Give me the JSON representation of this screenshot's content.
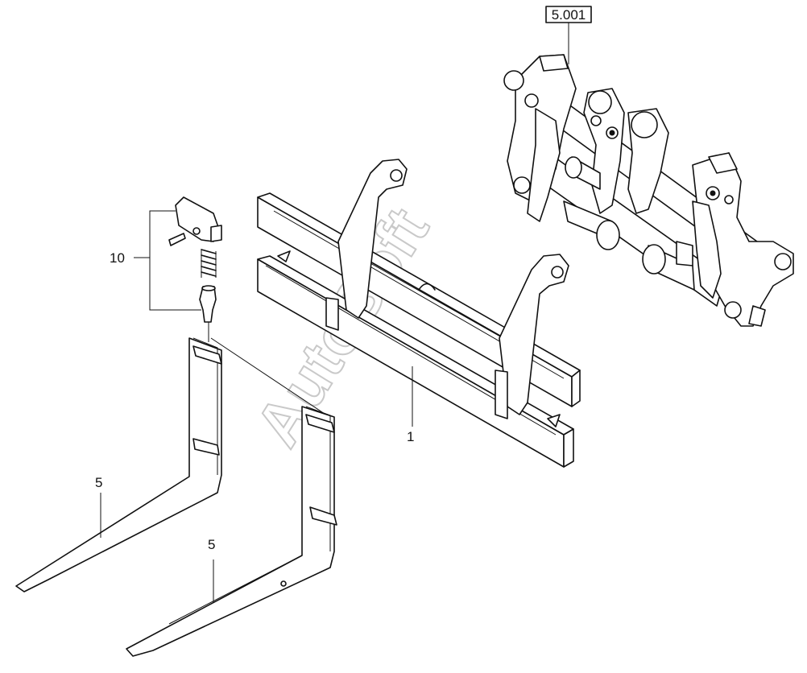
{
  "callouts": {
    "ref_box": "5.001",
    "fork_left": "5",
    "fork_right": "5",
    "carriage": "1",
    "lock_pin": "10"
  },
  "watermark": "AutoSoft"
}
